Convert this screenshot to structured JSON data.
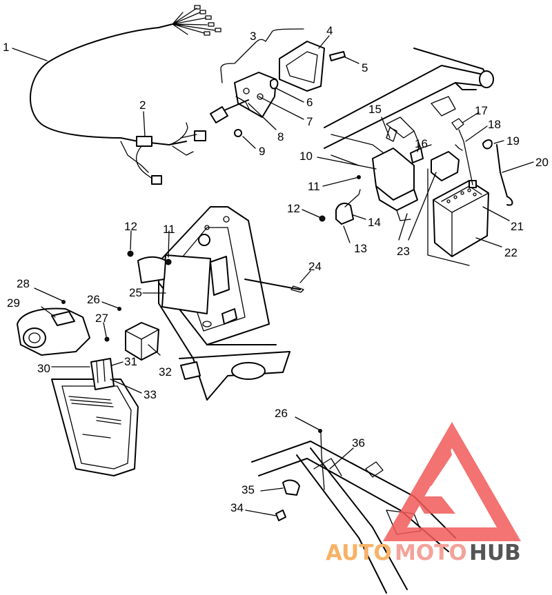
{
  "callouts": [
    {
      "id": "c1",
      "text": "1"
    },
    {
      "id": "c2",
      "text": "2"
    },
    {
      "id": "c3",
      "text": "3"
    },
    {
      "id": "c4",
      "text": "4"
    },
    {
      "id": "c5",
      "text": "5"
    },
    {
      "id": "c6",
      "text": "6"
    },
    {
      "id": "c7",
      "text": "7"
    },
    {
      "id": "c8",
      "text": "8"
    },
    {
      "id": "c9",
      "text": "9"
    },
    {
      "id": "c10",
      "text": "10"
    },
    {
      "id": "c11a",
      "text": "11"
    },
    {
      "id": "c11b",
      "text": "11"
    },
    {
      "id": "c12a",
      "text": "12"
    },
    {
      "id": "c12b",
      "text": "12"
    },
    {
      "id": "c13",
      "text": "13"
    },
    {
      "id": "c14",
      "text": "14"
    },
    {
      "id": "c15",
      "text": "15"
    },
    {
      "id": "c16",
      "text": "16"
    },
    {
      "id": "c17",
      "text": "17"
    },
    {
      "id": "c18",
      "text": "18"
    },
    {
      "id": "c19",
      "text": "19"
    },
    {
      "id": "c20",
      "text": "20"
    },
    {
      "id": "c21",
      "text": "21"
    },
    {
      "id": "c22",
      "text": "22"
    },
    {
      "id": "c23",
      "text": "23"
    },
    {
      "id": "c24",
      "text": "24"
    },
    {
      "id": "c25",
      "text": "25"
    },
    {
      "id": "c26a",
      "text": "26"
    },
    {
      "id": "c26b",
      "text": "26"
    },
    {
      "id": "c27",
      "text": "27"
    },
    {
      "id": "c28",
      "text": "28"
    },
    {
      "id": "c29",
      "text": "29"
    },
    {
      "id": "c30",
      "text": "30"
    },
    {
      "id": "c31",
      "text": "31"
    },
    {
      "id": "c32",
      "text": "32"
    },
    {
      "id": "c33",
      "text": "33"
    },
    {
      "id": "c34",
      "text": "34"
    },
    {
      "id": "c35",
      "text": "35"
    },
    {
      "id": "c36",
      "text": "36"
    }
  ],
  "watermark": {
    "word_part1": "AUTO",
    "word_part2": "MOTO",
    "word_part3": "HUB",
    "color_auto": "#f7b267",
    "color_moto": "#f3a39a",
    "color_hub": "#555555",
    "logo_color": "#f25a5a"
  }
}
